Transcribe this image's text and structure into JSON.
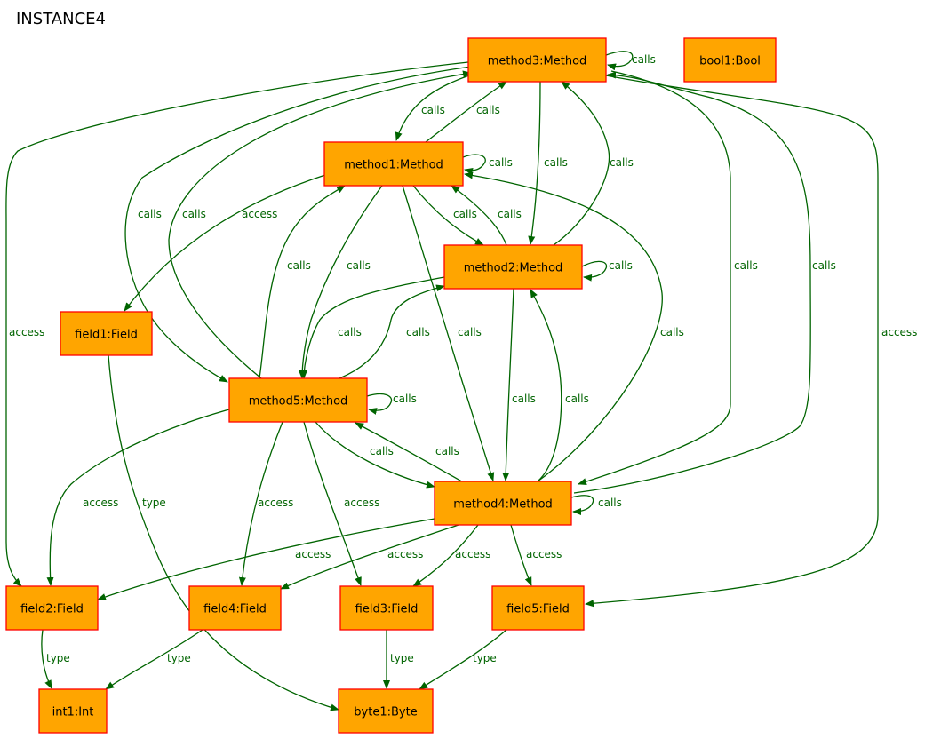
{
  "diagram": {
    "title": "INSTANCE4",
    "nodes": {
      "method3": "method3:Method",
      "bool1": "bool1:Bool",
      "method1": "method1:Method",
      "method2": "method2:Method",
      "field1": "field1:Field",
      "method5": "method5:Method",
      "method4": "method4:Method",
      "field2": "field2:Field",
      "field4": "field4:Field",
      "field3": "field3:Field",
      "field5": "field5:Field",
      "int1": "int1:Int",
      "byte1": "byte1:Byte"
    },
    "edges": [
      {
        "from": "method3",
        "to": "method3",
        "label": "calls"
      },
      {
        "from": "method3",
        "to": "method1",
        "label": "calls"
      },
      {
        "from": "method1",
        "to": "method3",
        "label": "calls"
      },
      {
        "from": "method1",
        "to": "method1",
        "label": "calls"
      },
      {
        "from": "method3",
        "to": "method2",
        "label": "calls"
      },
      {
        "from": "method2",
        "to": "method3",
        "label": "calls"
      },
      {
        "from": "method3",
        "to": "method5",
        "label": "calls"
      },
      {
        "from": "method5",
        "to": "method3",
        "label": "calls"
      },
      {
        "from": "method1",
        "to": "field1",
        "label": "access"
      },
      {
        "from": "method3",
        "to": "field2",
        "label": "access"
      },
      {
        "from": "method1",
        "to": "method2",
        "label": "calls"
      },
      {
        "from": "method2",
        "to": "method1",
        "label": "calls"
      },
      {
        "from": "method5",
        "to": "method1",
        "label": "calls"
      },
      {
        "from": "method1",
        "to": "method5",
        "label": "calls"
      },
      {
        "from": "method2",
        "to": "method2",
        "label": "calls"
      },
      {
        "from": "method2",
        "to": "method5",
        "label": "calls"
      },
      {
        "from": "method5",
        "to": "method2",
        "label": "calls"
      },
      {
        "from": "method1",
        "to": "method4",
        "label": "calls"
      },
      {
        "from": "method4",
        "to": "method1",
        "label": "calls"
      },
      {
        "from": "method3",
        "to": "method4",
        "label": "calls"
      },
      {
        "from": "method4",
        "to": "method3",
        "label": "calls"
      },
      {
        "from": "method3",
        "to": "field5",
        "label": "access"
      },
      {
        "from": "method2",
        "to": "method4",
        "label": "calls"
      },
      {
        "from": "method4",
        "to": "method2",
        "label": "calls"
      },
      {
        "from": "method5",
        "to": "method5",
        "label": "calls"
      },
      {
        "from": "method5",
        "to": "method4",
        "label": "calls"
      },
      {
        "from": "method4",
        "to": "method5",
        "label": "calls"
      },
      {
        "from": "method4",
        "to": "method4",
        "label": "calls"
      },
      {
        "from": "field1",
        "to": "byte1",
        "label": "type"
      },
      {
        "from": "method5",
        "to": "field2",
        "label": "access"
      },
      {
        "from": "method5",
        "to": "field4",
        "label": "access"
      },
      {
        "from": "method5",
        "to": "field3",
        "label": "access"
      },
      {
        "from": "method4",
        "to": "field2",
        "label": "access"
      },
      {
        "from": "method4",
        "to": "field4",
        "label": "access"
      },
      {
        "from": "method4",
        "to": "field3",
        "label": "access"
      },
      {
        "from": "method4",
        "to": "field5",
        "label": "access"
      },
      {
        "from": "field2",
        "to": "int1",
        "label": "type"
      },
      {
        "from": "field4",
        "to": "int1",
        "label": "type"
      },
      {
        "from": "field3",
        "to": "byte1",
        "label": "type"
      },
      {
        "from": "field5",
        "to": "byte1",
        "label": "type"
      }
    ],
    "colors": {
      "node_fill": "#ffa500",
      "node_border": "#ff0000",
      "edge": "#006400",
      "background": "#ffffff"
    }
  }
}
